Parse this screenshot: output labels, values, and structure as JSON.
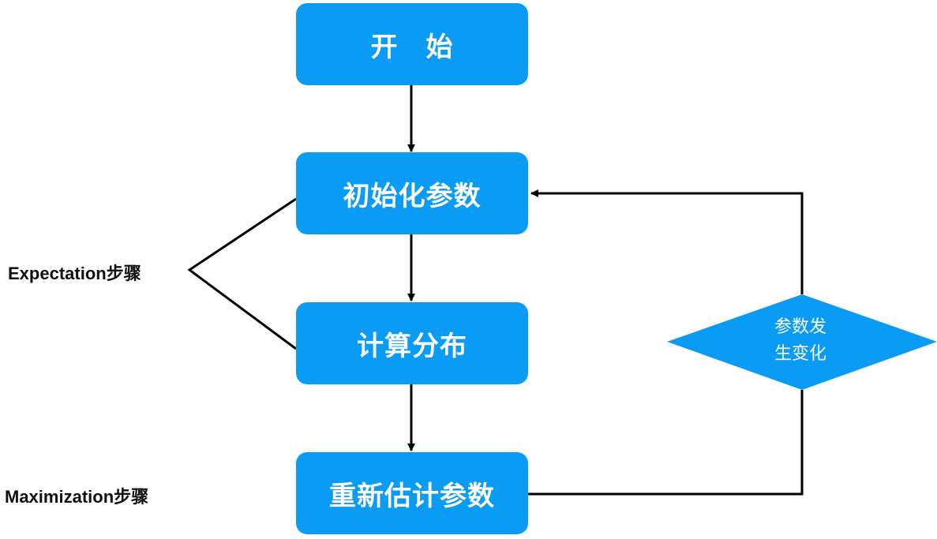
{
  "colors": {
    "node_fill": "#0a9bf4",
    "line": "#000000",
    "text_on_node": "#ffffff"
  },
  "nodes": {
    "start": "开　始",
    "init": "初始化参数",
    "compute": "计算分布",
    "reestimate": "重新估计参数"
  },
  "decision": {
    "line1": "参数发",
    "line2": "生变化"
  },
  "labels": {
    "expectation": "Expectation步骤",
    "maximization": "Maximization步骤"
  }
}
